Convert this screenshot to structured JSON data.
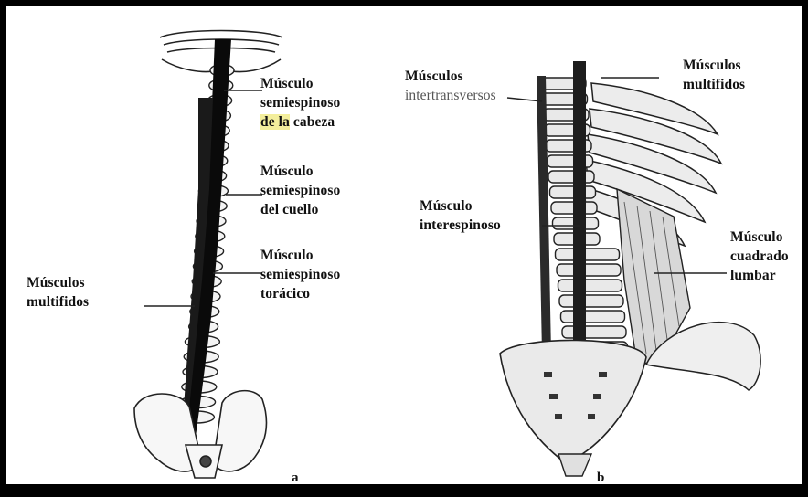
{
  "panel_a": {
    "tag": "a",
    "semi_head": {
      "line1": "Músculo",
      "line2": "semiespinoso",
      "line3_hl": "de la",
      "line3_rest": " cabeza"
    },
    "semi_neck": {
      "line1": "Músculo",
      "line2": "semiespinoso",
      "line3": "del cuello"
    },
    "semi_thor": {
      "line1": "Músculo",
      "line2": "semiespinoso",
      "line3": "torácico"
    },
    "multifidos": {
      "line1": "Músculos",
      "line2": "multifidos"
    }
  },
  "panel_b": {
    "tag": "b",
    "intertrans": {
      "line1": "Músculos",
      "line2": "intertransversos"
    },
    "multifidos": {
      "line1": "Músculos",
      "line2": "multifidos"
    },
    "interesp": {
      "line1": "Músculo",
      "line2": "interespinoso"
    },
    "cuadrado": {
      "line1": "Músculo",
      "line2": "cuadrado",
      "line3": "lumbar"
    }
  },
  "colors": {
    "border": "#000000",
    "highlight": "#f3ee9c",
    "ink": "#111111"
  }
}
